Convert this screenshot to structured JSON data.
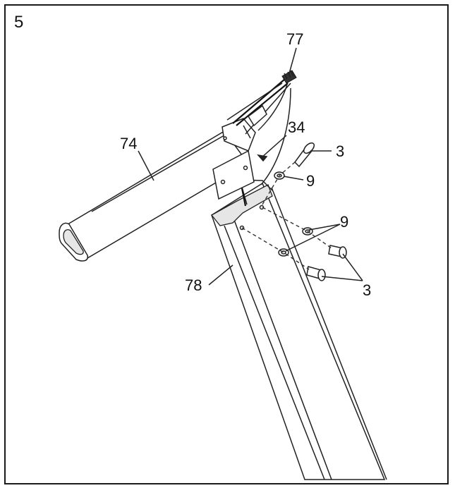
{
  "step_number": "5",
  "callouts": {
    "part_77": "77",
    "part_34": "34",
    "part_74": "74",
    "part_3_top": "3",
    "part_9_top": "9",
    "part_9_bottom": "9",
    "part_78": "78",
    "part_3_bottom": "3"
  },
  "colors": {
    "line": "#222222",
    "frame": "#1a1a1a",
    "background": "#ffffff"
  }
}
